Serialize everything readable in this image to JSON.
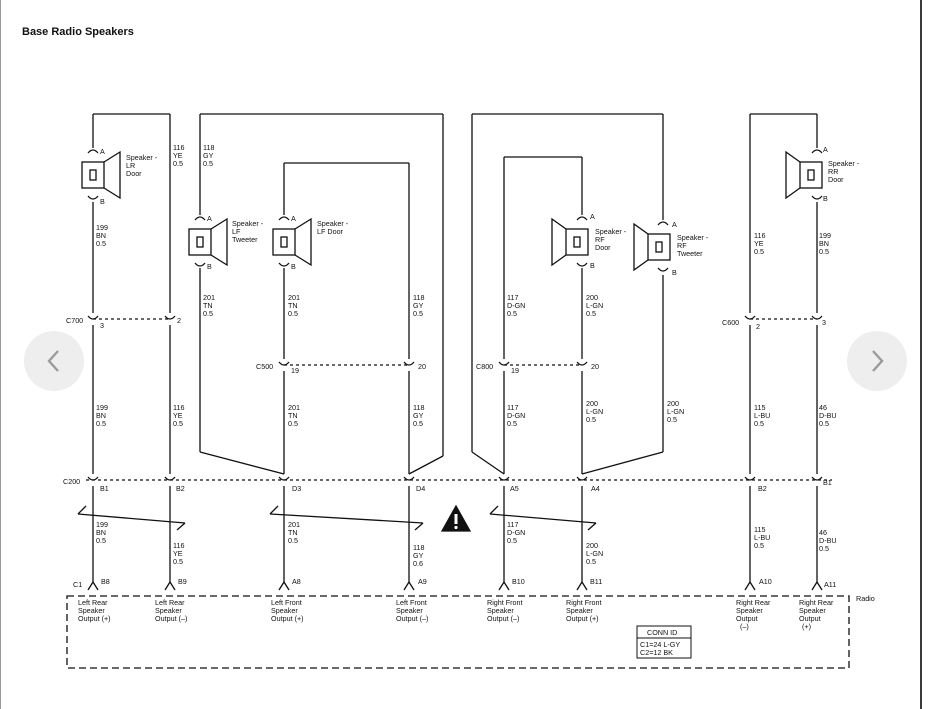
{
  "title": "Base Radio Speakers",
  "nav": {
    "prev_icon": "chevron-left-icon",
    "next_icon": "chevron-right-icon"
  },
  "speakers": {
    "lr_door": [
      "Speaker -",
      "LR",
      "Door"
    ],
    "lf_tweeter": [
      "Speaker -",
      "LF",
      "Tweeter"
    ],
    "lf_door": [
      "Speaker -",
      "LF Door"
    ],
    "rf_door": [
      "Speaker -",
      "RF",
      "Door"
    ],
    "rf_tweeter": [
      "Speaker -",
      "RF",
      "Tweeter"
    ],
    "rr_door": [
      "Speaker -",
      "RR",
      "Door"
    ]
  },
  "pins": {
    "a": "A",
    "b": "B"
  },
  "connectors": {
    "c700": "C700",
    "c500": "C500",
    "c600": "C600",
    "c800": "C800",
    "c200": "C200",
    "c1": "C1"
  },
  "cavities": {
    "c700_left": "3",
    "c700_right": "2",
    "c500_left": "19",
    "c500_right": "20",
    "c800_left": "19",
    "c800_right": "20",
    "c600_left": "2",
    "c600_right": "3",
    "c200": [
      "B1",
      "B2",
      "D3",
      "D4",
      "A5",
      "A4",
      "B2",
      "B1"
    ],
    "c1": [
      "B8",
      "B9",
      "A8",
      "A9",
      "B10",
      "B11",
      "A10",
      "A11"
    ]
  },
  "wires": {
    "w1": [
      "116",
      "YE",
      "0.5"
    ],
    "w2": [
      "118",
      "GY",
      "0.5"
    ],
    "w3": [
      "199",
      "BN",
      "0.5"
    ],
    "w4": [
      "201",
      "TN",
      "0.5"
    ],
    "w5": [
      "201",
      "TN",
      "0.5"
    ],
    "w6": [
      "118",
      "GY",
      "0.5"
    ],
    "w7": [
      "117",
      "D-GN",
      "0.5"
    ],
    "w8": [
      "200",
      "L-GN",
      "0.5"
    ],
    "w9": [
      "116",
      "YE",
      "0.5"
    ],
    "w10": [
      "199",
      "BN",
      "0.5"
    ],
    "w11": [
      "199",
      "BN",
      "0.5"
    ],
    "w12": [
      "116",
      "YE",
      "0.5"
    ],
    "w13": [
      "201",
      "TN",
      "0.5"
    ],
    "w14": [
      "118",
      "GY",
      "0.5"
    ],
    "w15": [
      "117",
      "D-GN",
      "0.5"
    ],
    "w16": [
      "200",
      "L-GN",
      "0.5"
    ],
    "w17": [
      "200",
      "L-GN",
      "0.5"
    ],
    "w18": [
      "115",
      "L-BU",
      "0.5"
    ],
    "w19": [
      "46",
      "D-BU",
      "0.5"
    ],
    "w20": [
      "199",
      "BN",
      "0.5"
    ],
    "w21": [
      "116",
      "YE",
      "0.5"
    ],
    "w22": [
      "201",
      "TN",
      "0.5"
    ],
    "w23": [
      "118",
      "GY",
      "0.6"
    ],
    "w24": [
      "117",
      "D-GN",
      "0.5"
    ],
    "w25": [
      "200",
      "L-GN",
      "0.5"
    ],
    "w26": [
      "115",
      "L-BU",
      "0.5"
    ],
    "w27": [
      "46",
      "D-BU",
      "0.5"
    ]
  },
  "radio": {
    "label": "Radio",
    "outputs": [
      [
        "Left Rear",
        "Speaker",
        "Output (+)"
      ],
      [
        "Left Rear",
        "Speaker",
        "Output (–)"
      ],
      [
        "Left Front",
        "Speaker",
        "Output (+)"
      ],
      [
        "Left Front",
        "Speaker",
        "Output (–)"
      ],
      [
        "Right Front",
        "Speaker",
        "Output (–)"
      ],
      [
        "Right Front",
        "Speaker",
        "Output (+)"
      ],
      [
        "Right Rear",
        "Speaker",
        "Output",
        "(–)"
      ],
      [
        "Right Rear",
        "Speaker",
        "Output",
        "(+)"
      ]
    ],
    "conn_id": {
      "title": "CONN ID",
      "lines": [
        "C1=24 L-GY",
        "C2=12 BK"
      ]
    }
  },
  "warning_icon": "warning-triangle-icon"
}
